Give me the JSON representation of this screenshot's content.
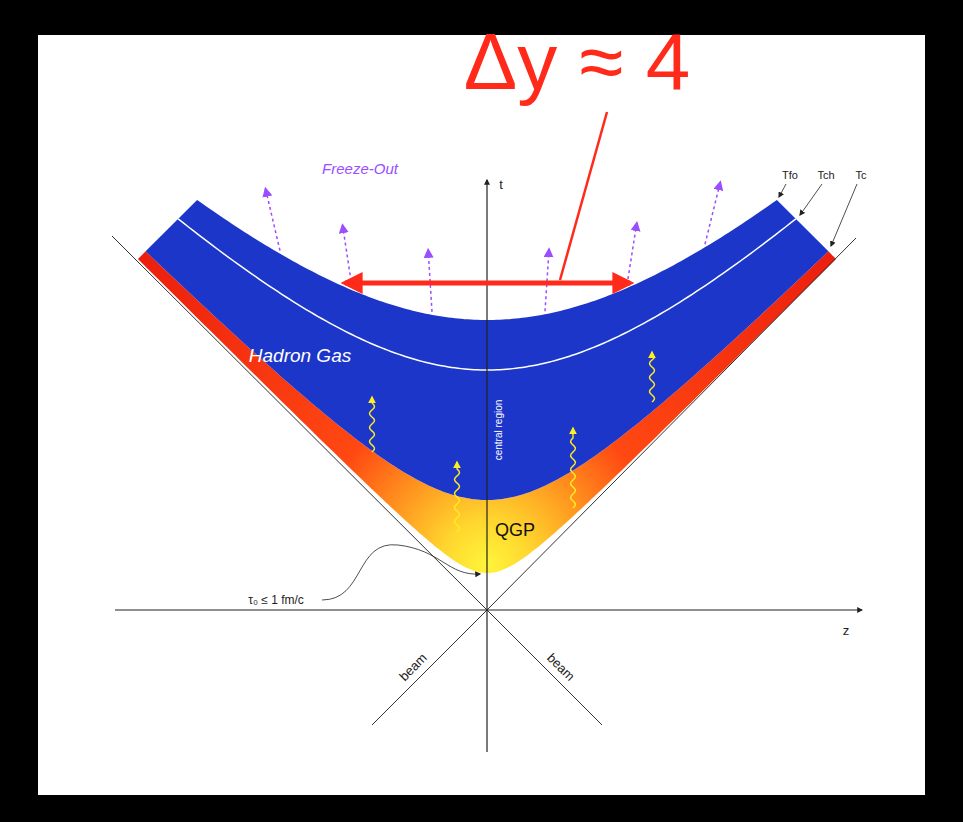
{
  "diagram": {
    "labels": [
      "Δy ≈ 4",
      "Freeze-Out",
      "t",
      "Tfo",
      "Tch",
      "Tc",
      "Hadron Gas",
      "central region",
      "QGP",
      "τ₀ ≤ 1 fm/c",
      "z",
      "beam",
      "beam"
    ]
  }
}
